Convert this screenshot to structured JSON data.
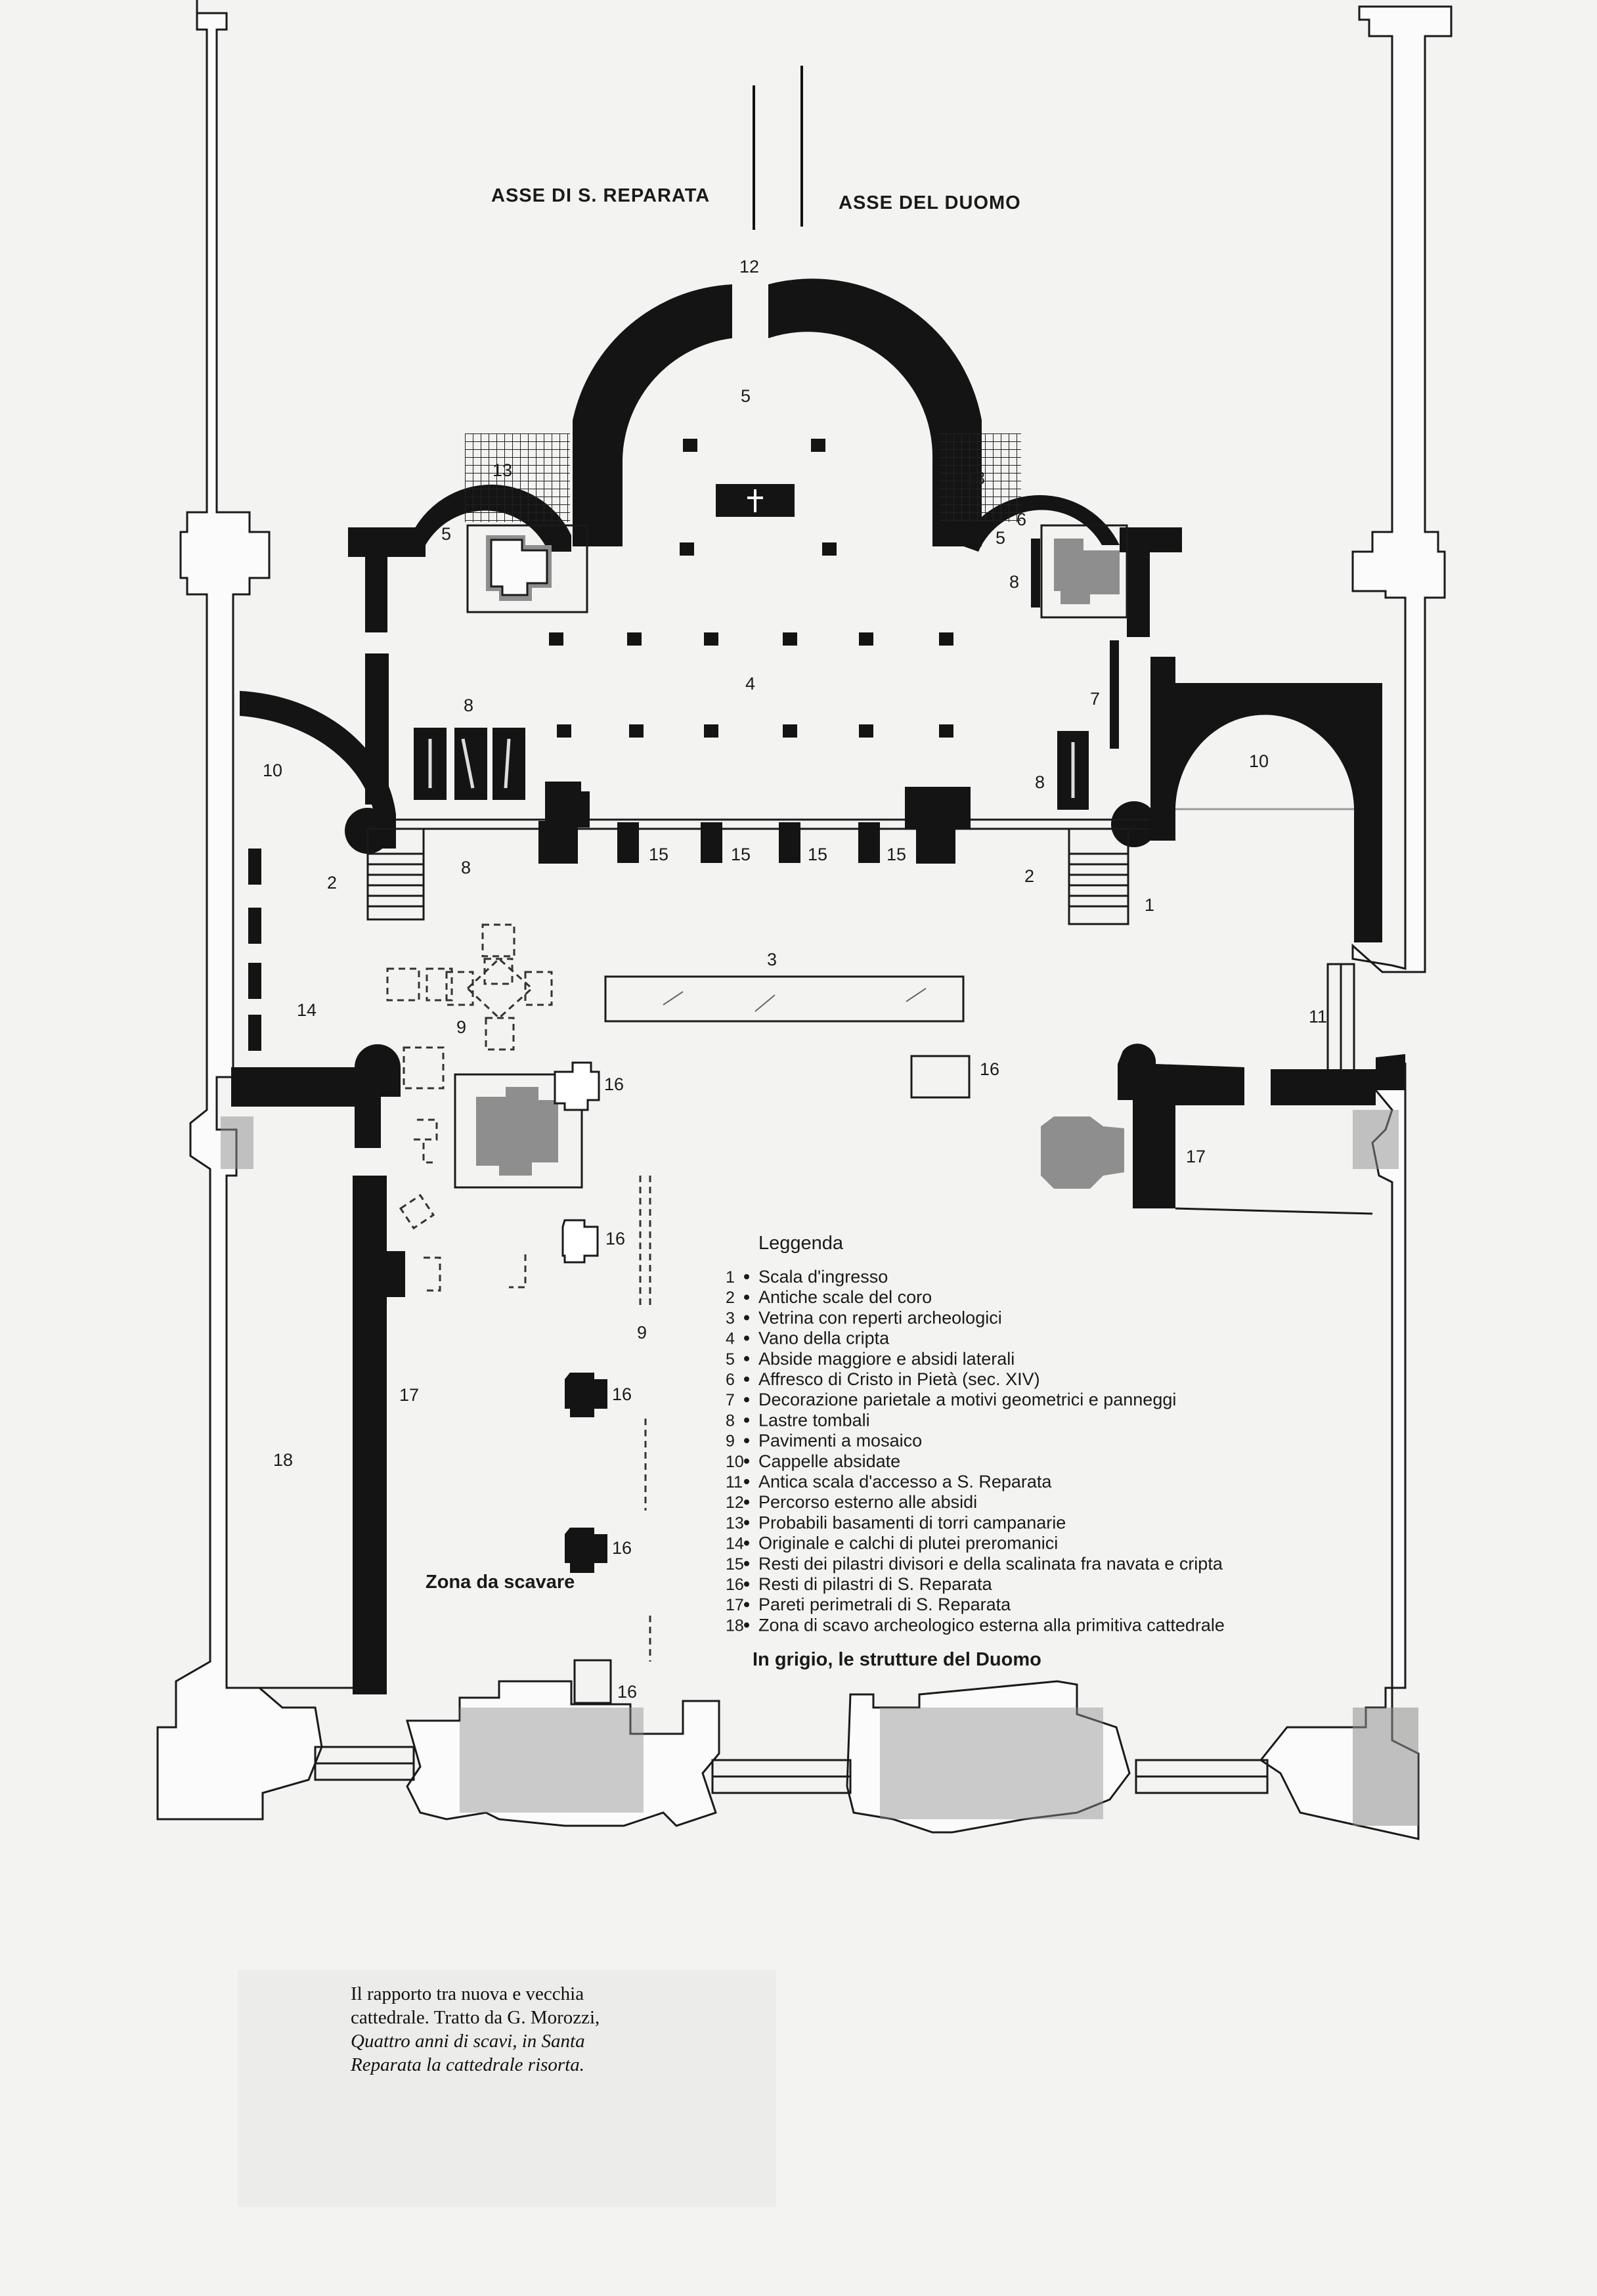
{
  "axes": {
    "reparata_label": "ASSE DI S. REPARATA",
    "duomo_label": "ASSE DEL DUOMO"
  },
  "plan_labels": {
    "n1": "1",
    "n2": "2",
    "n3": "3",
    "n4": "4",
    "n5": "5",
    "n6": "6",
    "n7": "7",
    "n8": "8",
    "n9": "9",
    "n10": "10",
    "n11": "11",
    "n12": "12",
    "n13": "13",
    "n14": "14",
    "n15": "15",
    "n16": "16",
    "n17": "17",
    "n18": "18",
    "zona_da_scavare": "Zona da scavare"
  },
  "legend": {
    "title": "Leggenda",
    "items": [
      {
        "num": "1",
        "text": "Scala d'ingresso"
      },
      {
        "num": "2",
        "text": "Antiche scale del coro"
      },
      {
        "num": "3",
        "text": "Vetrina con reperti archeologici"
      },
      {
        "num": "4",
        "text": "Vano della cripta"
      },
      {
        "num": "5",
        "text": "Abside maggiore e absidi laterali"
      },
      {
        "num": "6",
        "text": "Affresco di Cristo in Pietà (sec. XIV)"
      },
      {
        "num": "7",
        "text": "Decorazione parietale a motivi geometrici e panneggi"
      },
      {
        "num": "8",
        "text": "Lastre tombali"
      },
      {
        "num": "9",
        "text": "Pavimenti a mosaico"
      },
      {
        "num": "10",
        "text": "Cappelle absidate"
      },
      {
        "num": "11",
        "text": "Antica scala d'accesso a S. Reparata"
      },
      {
        "num": "12",
        "text": "Percorso esterno alle absidi"
      },
      {
        "num": "13",
        "text": "Probabili basamenti di torri campanarie"
      },
      {
        "num": "14",
        "text": "Originale e calchi di plutei preromanici"
      },
      {
        "num": "15",
        "text": "Resti dei pilastri divisori e della scalinata fra navata e cripta"
      },
      {
        "num": "16",
        "text": "Resti di pilastri di S. Reparata"
      },
      {
        "num": "17",
        "text": "Pareti perimetrali di S. Reparata"
      },
      {
        "num": "18",
        "text": "Zona di scavo archeologico esterna alla primitiva cattedrale"
      }
    ],
    "grey_note": "In grigio, le strutture del Duomo"
  },
  "caption": {
    "line1": "Il rapporto tra nuova e vecchia",
    "line2": "cattedrale. Tratto da G. Morozzi,",
    "line3": "Quattro anni di scavi, in Santa",
    "line4": "Reparata la cattedrale risorta."
  }
}
